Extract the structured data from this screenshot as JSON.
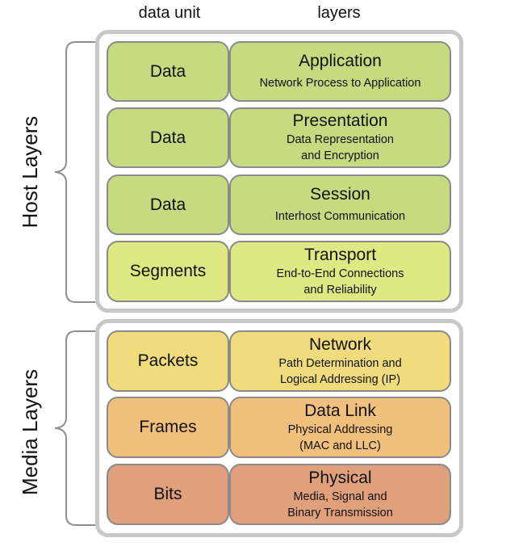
{
  "headers": {
    "data_unit": "data unit",
    "layers": "layers"
  },
  "groups": {
    "host": {
      "label": "Host Layers"
    },
    "media": {
      "label": "Media Layers"
    }
  },
  "rows": [
    {
      "unit": "Data",
      "name": "Application",
      "desc": "Network Process to Application",
      "color": "#c6db80"
    },
    {
      "unit": "Data",
      "name": "Presentation",
      "desc": "Data Representation\nand Encryption",
      "color": "#c6db80"
    },
    {
      "unit": "Data",
      "name": "Session",
      "desc": "Interhost Communication",
      "color": "#c6db80"
    },
    {
      "unit": "Segments",
      "name": "Transport",
      "desc": "End-to-End Connections\nand Reliability",
      "color": "#dfe882"
    },
    {
      "unit": "Packets",
      "name": "Network",
      "desc": "Path Determination and\nLogical Addressing (IP)",
      "color": "#f0dc7c"
    },
    {
      "unit": "Frames",
      "name": "Data Link",
      "desc": "Physical Addressing\n(MAC and LLC)",
      "color": "#f0c07c"
    },
    {
      "unit": "Bits",
      "name": "Physical",
      "desc": "Media, Signal and\nBinary Transmission",
      "color": "#e0a07c"
    }
  ]
}
